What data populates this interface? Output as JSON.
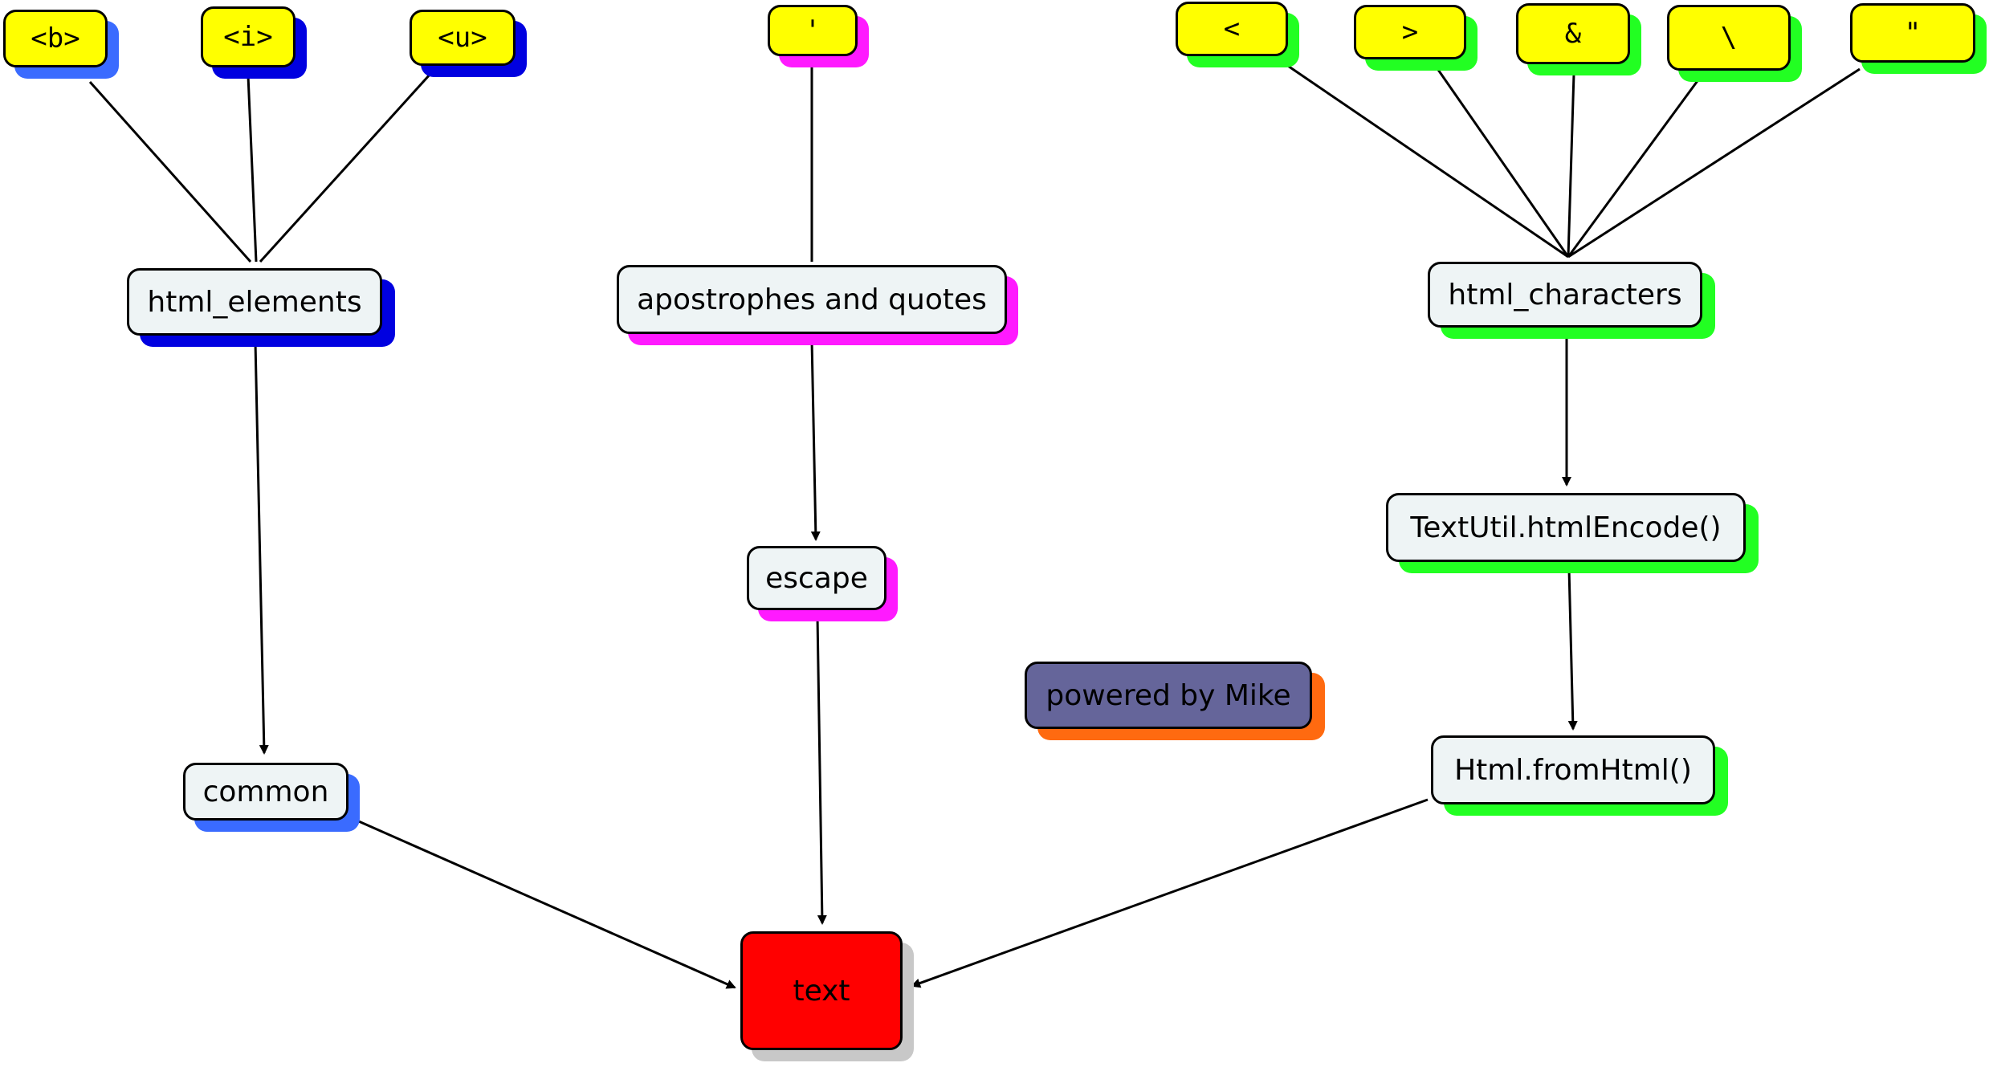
{
  "colors": {
    "leaf_fill": "#ffff00",
    "mid_fill": "#eef4f5",
    "text_fill": "#ff0000",
    "credit_fill": "#65659a",
    "shadow_blue": "#3a6bff",
    "shadow_navy": "#0000e0",
    "shadow_magenta": "#ff1aff",
    "shadow_green": "#22ff22",
    "shadow_orange": "#ff6a10",
    "shadow_gray": "#c8c8c8",
    "edge": "#000000"
  },
  "nodes": {
    "b_tag": "<b>",
    "i_tag": "<i>",
    "u_tag": "<u>",
    "apostrophe": "'",
    "lt": "<",
    "gt": ">",
    "amp": "&",
    "backslash": "\\",
    "quote": "\"",
    "html_elements": "html_elements",
    "apostrophes_and_quotes": "apostrophes and quotes",
    "html_characters": "html_characters",
    "escape": "escape",
    "text_util": "TextUtil.htmlEncode()",
    "powered_by": "powered by Mike",
    "common": "common",
    "from_html": "Html.fromHtml()",
    "text": "text"
  }
}
